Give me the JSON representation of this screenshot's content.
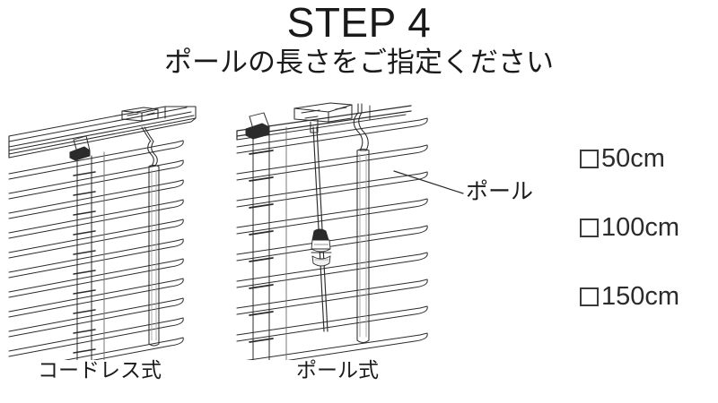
{
  "header": {
    "title": "STEP 4",
    "subtitle": "ポールの長さをご指定ください"
  },
  "figures": [
    {
      "id": "cordless",
      "caption": "コードレス式",
      "type": "venetian-blind-cordless-wand"
    },
    {
      "id": "pole",
      "caption": "ポール式",
      "type": "venetian-blind-pole-and-cord"
    }
  ],
  "callout": {
    "label": "ポール",
    "points_to": "pole"
  },
  "options": {
    "title": "",
    "items": [
      {
        "label": "50cm",
        "value": "50",
        "checked": false
      },
      {
        "label": "100cm",
        "value": "100",
        "checked": false
      },
      {
        "label": "150cm",
        "value": "150",
        "checked": false
      }
    ]
  },
  "colors": {
    "background": "#ffffff",
    "ink": "#1a1a1a",
    "line": "#3a3a3a",
    "shade": "#bfbfbf"
  }
}
